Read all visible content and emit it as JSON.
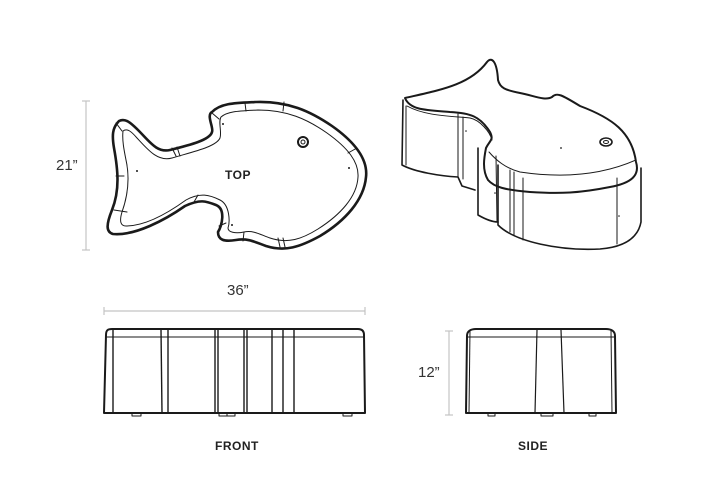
{
  "diagram": {
    "type": "product dimension drawing",
    "subject": "fish-shaped ottoman / stool",
    "views": {
      "top": {
        "label": "TOP"
      },
      "front": {
        "label": "FRONT"
      },
      "side": {
        "label": "SIDE"
      },
      "perspective": {
        "label": ""
      }
    },
    "dimensions": {
      "depth": "21”",
      "width": "36”",
      "height": "12”"
    },
    "colors": {
      "line": "#1a1a1a",
      "dimension_line": "#bdbdbd",
      "background": "#ffffff"
    }
  }
}
